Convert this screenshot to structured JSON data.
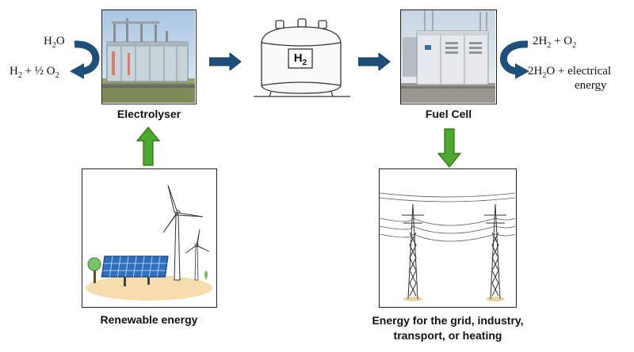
{
  "electrolyser": {
    "caption": "Electrolyser",
    "input": {
      "prefix": "H",
      "sub": "2",
      "suffix": "O"
    },
    "output": {
      "p1": "H",
      "s1": "2",
      "p2": " + ½ O",
      "s2": "2"
    }
  },
  "tank": {
    "label_main": "H",
    "label_sub": "2"
  },
  "fuel_cell": {
    "caption": "Fuel Cell",
    "input": {
      "p1": "2H",
      "s1": "2",
      "p2": " + O",
      "s2": "2"
    },
    "output": {
      "p1": "2H",
      "s1": "2",
      "p2": "O + ",
      "tail1": "electrical",
      "tail2": "energy"
    }
  },
  "renewable": {
    "caption": "Renewable energy"
  },
  "grid": {
    "caption_line1": "Energy for the grid, industry,",
    "caption_line2": "transport, or heating"
  },
  "colors": {
    "arrow_blue": "#1f4e79",
    "arrow_green": "#4ea72e",
    "arrow_green_border": "#2e6b14"
  }
}
